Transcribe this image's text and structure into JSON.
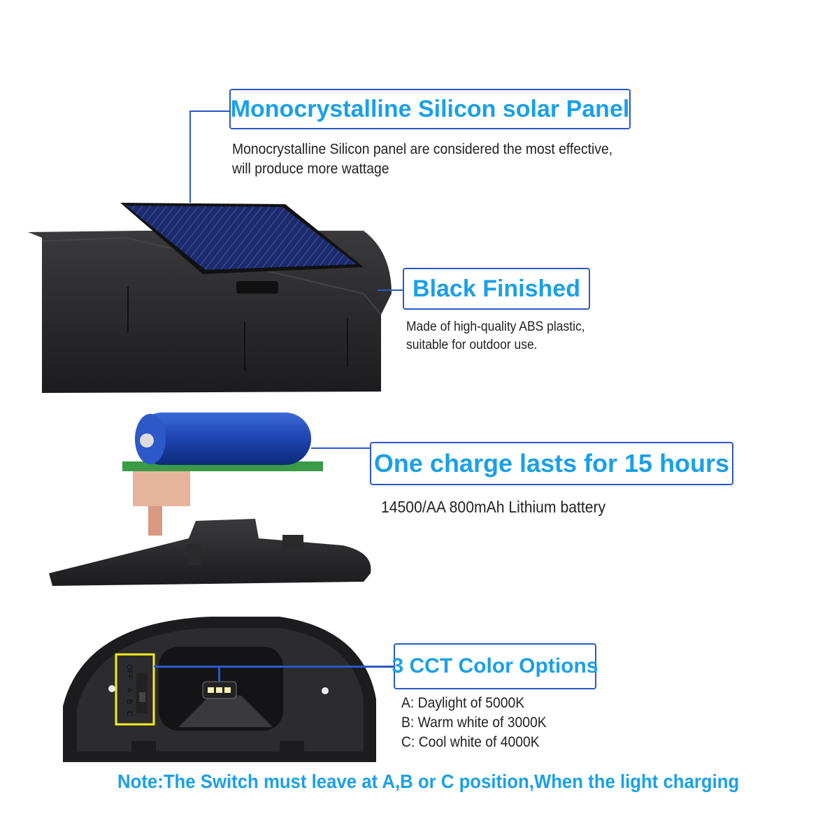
{
  "features": [
    {
      "title": "Monocrystalline Silicon solar Panel",
      "lines": [
        "Monocrystalline Silicon panel are considered the most effective,",
        "will produce more wattage"
      ]
    },
    {
      "title": "Black Finished",
      "lines": [
        "Made of high-quality ABS plastic,",
        "suitable for outdoor use."
      ]
    },
    {
      "title": "One charge lasts for 15 hours",
      "lines": [
        "14500/AA  800mAh Lithium battery"
      ]
    },
    {
      "title": "3 CCT Color Options",
      "lines": [
        "A:  Daylight of  5000K",
        "B:  Warm white of  3000K",
        "C:  Cool white of  4000K"
      ]
    }
  ],
  "switch_labels": [
    "OFF",
    "A",
    "B",
    "C"
  ],
  "note": "Note:The Switch must leave at A,B or C position,When the light charging",
  "colors": {
    "accent": "#1aa0e8",
    "line": "#2a58c8",
    "highlight": "#f2ee1e"
  }
}
